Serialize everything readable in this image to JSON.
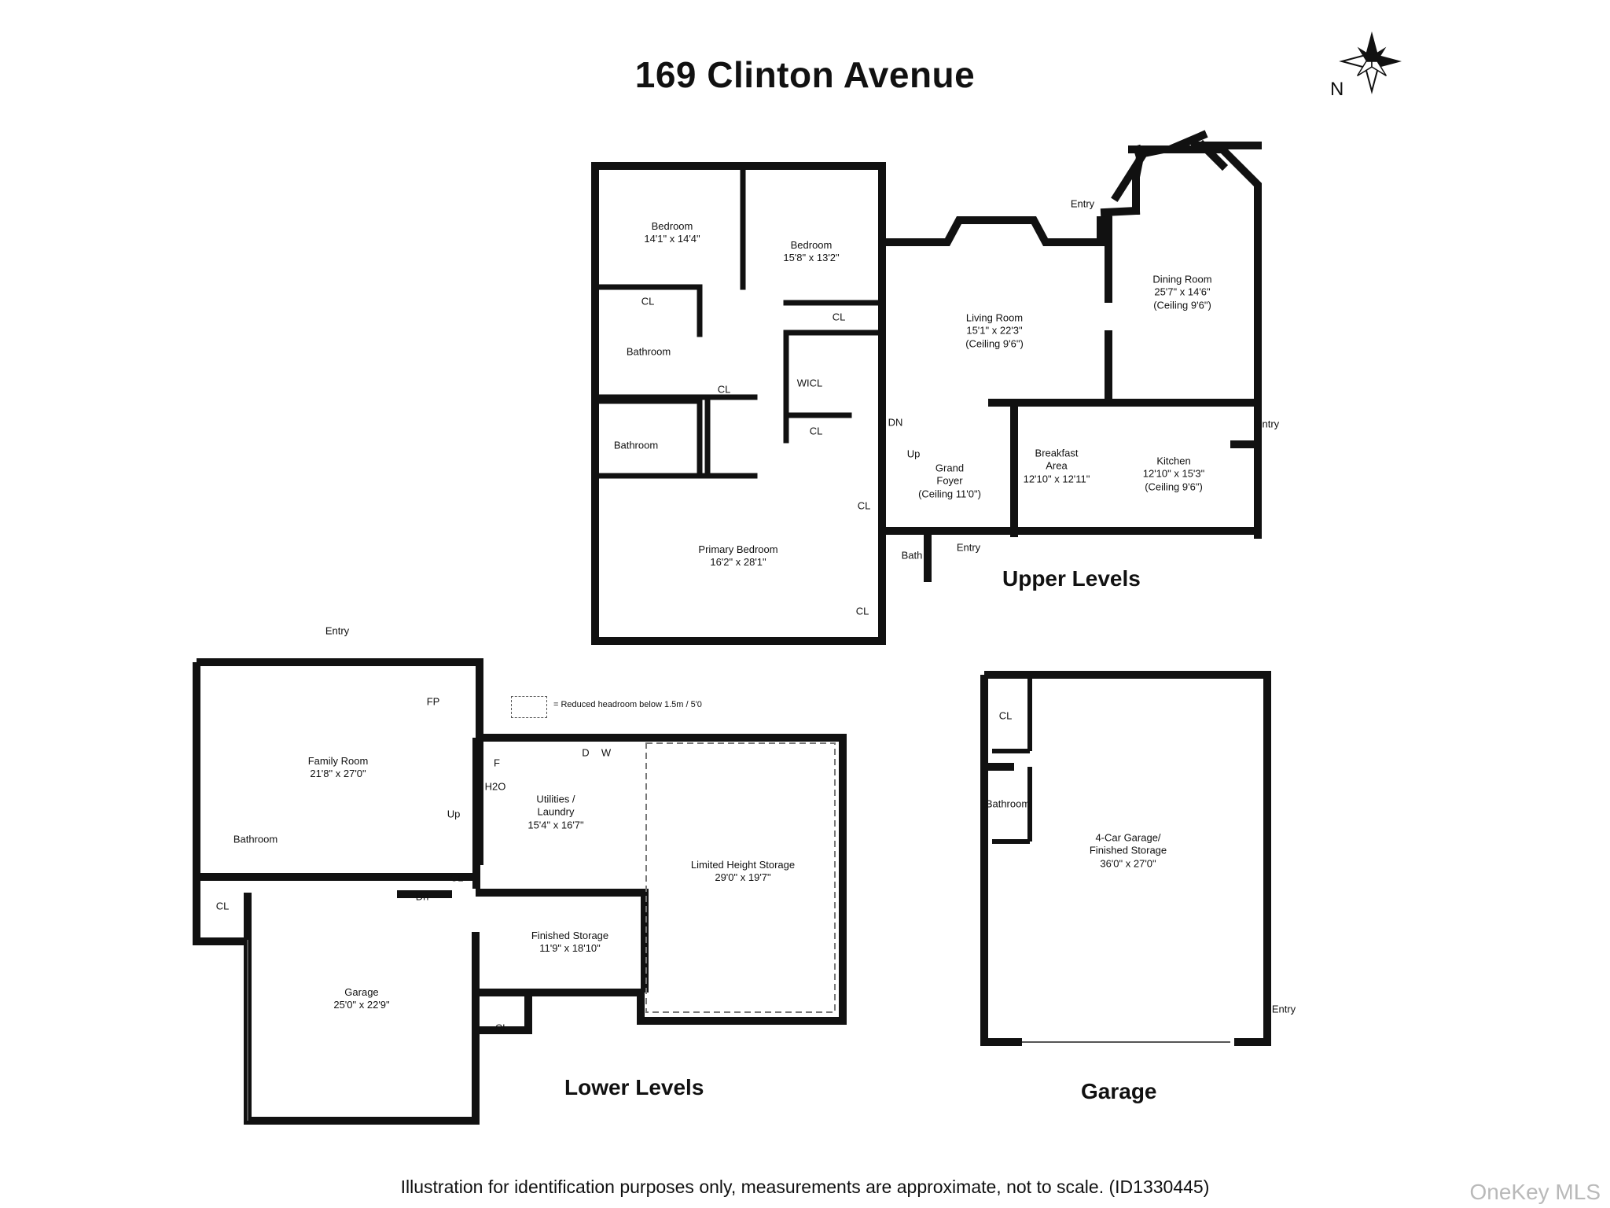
{
  "title": "169 Clinton Avenue",
  "compass_label": "N",
  "sections": {
    "upper": "Upper Levels",
    "lower": "Lower Levels",
    "garage": "Garage"
  },
  "legend": "= Reduced headroom below 1.5m / 5'0",
  "disclaimer": "Illustration for identification purposes only, measurements are approximate, not to scale. (ID1330445)",
  "watermark": "OneKey MLS",
  "rooms": {
    "bedroom1": {
      "name": "Bedroom",
      "dims": "14'1\" x 14'4\""
    },
    "bedroom2": {
      "name": "Bedroom",
      "dims": "15'8\" x 13'2\""
    },
    "living": {
      "name": "Living Room",
      "dims": "15'1\" x 22'3\"",
      "ceiling": "(Ceiling 9'6\")"
    },
    "dining": {
      "name": "Dining Room",
      "dims": "25'7\" x 14'6\"",
      "ceiling": "(Ceiling 9'6\")"
    },
    "foyer": {
      "name1": "Grand",
      "name2": "Foyer",
      "ceiling": "(Ceiling 11'0\")"
    },
    "breakfast": {
      "name1": "Breakfast",
      "name2": "Area",
      "dims": "12'10\" x 12'11\""
    },
    "kitchen": {
      "name": "Kitchen",
      "dims": "12'10\" x 15'3\"",
      "ceiling": "(Ceiling 9'6\")"
    },
    "primary": {
      "name": "Primary Bedroom",
      "dims": "16'2\" x 28'1\""
    },
    "family": {
      "name": "Family Room",
      "dims": "21'8\" x 27'0\""
    },
    "utilities": {
      "name1": "Utilities /",
      "name2": "Laundry",
      "dims": "15'4\" x 16'7\""
    },
    "limited": {
      "name": "Limited Height Storage",
      "dims": "29'0\" x 19'7\""
    },
    "finished": {
      "name": "Finished Storage",
      "dims": "11'9\" x 18'10\""
    },
    "garage_lower": {
      "name": "Garage",
      "dims": "25'0\" x 22'9\""
    },
    "garage4": {
      "name1": "4-Car Garage/",
      "name2": "Finished Storage",
      "dims": "36'0\" x 27'0\""
    }
  },
  "labels": {
    "cl": "CL",
    "bathroom": "Bathroom",
    "bath": "Bath",
    "wicl": "WICL",
    "dn": "DN",
    "up": "Up",
    "dn_lower": "Dn",
    "entry": "Entry",
    "fp": "FP",
    "f": "F",
    "d": "D",
    "w": "W",
    "h2o": "H2O"
  }
}
